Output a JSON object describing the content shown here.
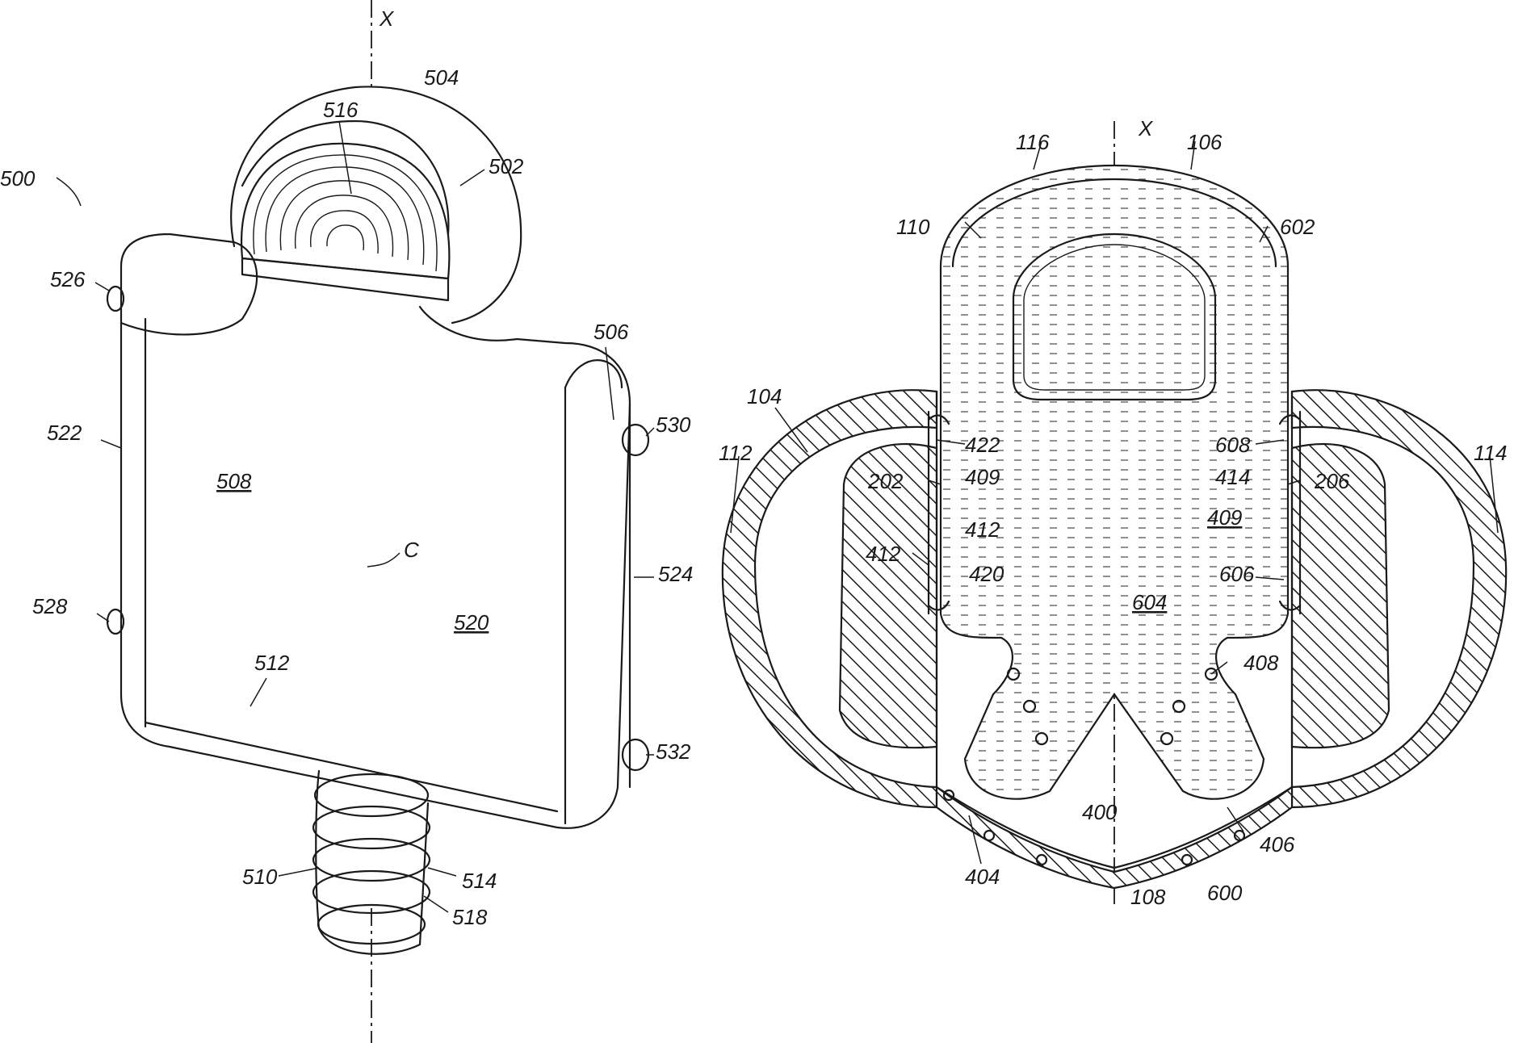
{
  "left_figure": {
    "axis_label": "X",
    "labels": {
      "l500": "500",
      "l504": "504",
      "l516": "516",
      "l502": "502",
      "l526": "526",
      "l506": "506",
      "l522": "522",
      "l530": "530",
      "l508": "508",
      "lC": "C",
      "l524": "524",
      "l528": "528",
      "l520": "520",
      "l512": "512",
      "l532": "532",
      "l510": "510",
      "l514": "514",
      "l518": "518"
    }
  },
  "right_figure": {
    "axis_label": "X",
    "labels": {
      "l116": "116",
      "l106": "106",
      "l110": "110",
      "l602": "602",
      "l104": "104",
      "l112": "112",
      "l114": "114",
      "l422": "422",
      "l608": "608",
      "l202": "202",
      "l409a": "409",
      "l414": "414",
      "l206": "206",
      "l412a": "412",
      "l409b": "409",
      "l412b": "412",
      "l420": "420",
      "l606": "606",
      "l604": "604",
      "l408": "408",
      "l400": "400",
      "l404": "404",
      "l108": "108",
      "l600": "600",
      "l406": "406"
    }
  }
}
